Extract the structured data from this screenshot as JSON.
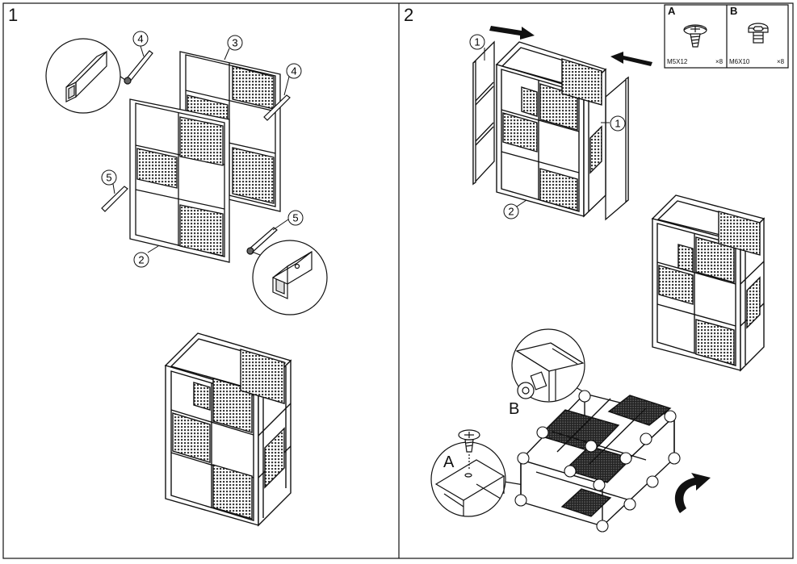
{
  "steps": [
    {
      "number": "1"
    },
    {
      "number": "2"
    }
  ],
  "callouts": {
    "step1": [
      "4",
      "3",
      "4",
      "5",
      "5",
      "2"
    ],
    "step2": [
      "1",
      "1",
      "2"
    ]
  },
  "hardware": [
    {
      "letter": "A",
      "code": "M5X12",
      "qty": "×8",
      "icon": "flat-head-screw-icon"
    },
    {
      "letter": "B",
      "code": "M6X10",
      "qty": "×8",
      "icon": "hex-socket-bolt-icon"
    }
  ],
  "detail_labels": {
    "screw_a": "A",
    "bolt_b": "B"
  },
  "colors": {
    "line": "#111111",
    "mesh": "#3a3a3a",
    "background": "#ffffff"
  }
}
